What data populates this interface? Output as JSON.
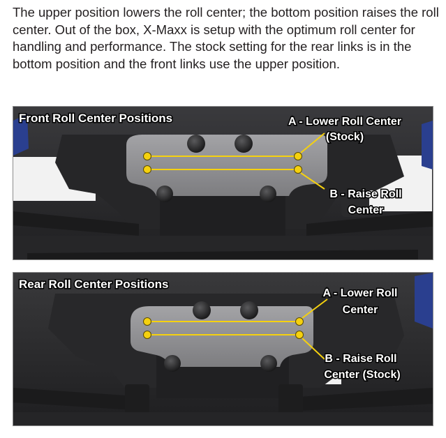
{
  "intro": {
    "paragraph": "The upper position lowers the roll center; the bottom position raises the roll center. Out of the box, X-Maxx is setup with the optimum roll center for handling and performance. The stock setting for the rear links is in the bottom position and the front links use the upper position."
  },
  "front": {
    "title": "Front Roll Center Positions",
    "label_a_line1": "A - Lower Roll Center",
    "label_a_line2": "(Stock)",
    "label_b_line1": "B - Raise Roll",
    "label_b_line2": "Center"
  },
  "rear": {
    "title": "Rear Roll Center Positions",
    "label_a_line1": "A - Lower Roll",
    "label_a_line2": "Center",
    "label_b_line1": "B - Raise Roll",
    "label_b_line2": "Center (Stock)"
  },
  "colors": {
    "highlight": "#f5d10f",
    "background": "#ffffff",
    "body_text": "#231f20",
    "photo_dark": "#2b2b2d",
    "plate": "#8d8d8f",
    "label_shadow": "#000000"
  },
  "icons": [
    "hex-bolt-icon",
    "link-mount-hole-icon",
    "callout-line-icon"
  ]
}
